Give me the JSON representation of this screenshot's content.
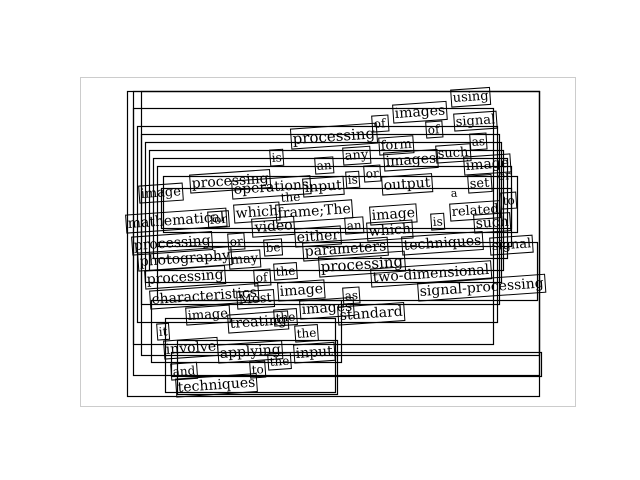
{
  "words": [
    {
      "text": "using"
    },
    {
      "text": "images"
    },
    {
      "text": "of"
    },
    {
      "text": "signal"
    },
    {
      "text": "processing"
    },
    {
      "text": "of"
    },
    {
      "text": "as"
    },
    {
      "text": "form"
    },
    {
      "text": "any"
    },
    {
      "text": "such"
    },
    {
      "text": "is"
    },
    {
      "text": "processing"
    },
    {
      "text": "images"
    },
    {
      "text": "image"
    },
    {
      "text": "an"
    },
    {
      "text": "or"
    },
    {
      "text": "output"
    },
    {
      "text": "input"
    },
    {
      "text": "is"
    },
    {
      "text": "operations"
    },
    {
      "text": "set"
    },
    {
      "text": "image"
    },
    {
      "text": "a"
    },
    {
      "text": "or"
    },
    {
      "text": "mathematical"
    },
    {
      "text": "frame;The"
    },
    {
      "text": "the"
    },
    {
      "text": "which"
    },
    {
      "text": "related"
    },
    {
      "text": "to"
    },
    {
      "text": "image"
    },
    {
      "text": "for"
    },
    {
      "text": "video"
    },
    {
      "text": "is"
    },
    {
      "text": "an"
    },
    {
      "text": "processing"
    },
    {
      "text": "which"
    },
    {
      "text": "such"
    },
    {
      "text": "either"
    },
    {
      "text": "or"
    },
    {
      "text": "techniques"
    },
    {
      "text": "photography"
    },
    {
      "text": "be"
    },
    {
      "text": "signal"
    },
    {
      "text": "parameters"
    },
    {
      "text": "may"
    },
    {
      "text": "processing"
    },
    {
      "text": "the"
    },
    {
      "text": "processing"
    },
    {
      "text": "of"
    },
    {
      "text": "two-dimensional"
    },
    {
      "text": "characteristics"
    },
    {
      "text": "image"
    },
    {
      "text": "signal-processing"
    },
    {
      "text": "Most"
    },
    {
      "text": "as"
    },
    {
      "text": "images"
    },
    {
      "text": "the"
    },
    {
      "text": "standard"
    },
    {
      "text": "image"
    },
    {
      "text": "treating"
    },
    {
      "text": "the"
    },
    {
      "text": "it"
    },
    {
      "text": "involve"
    },
    {
      "text": "applying"
    },
    {
      "text": "and"
    },
    {
      "text": "the"
    },
    {
      "text": "input"
    },
    {
      "text": "techniques"
    },
    {
      "text": "to"
    }
  ]
}
